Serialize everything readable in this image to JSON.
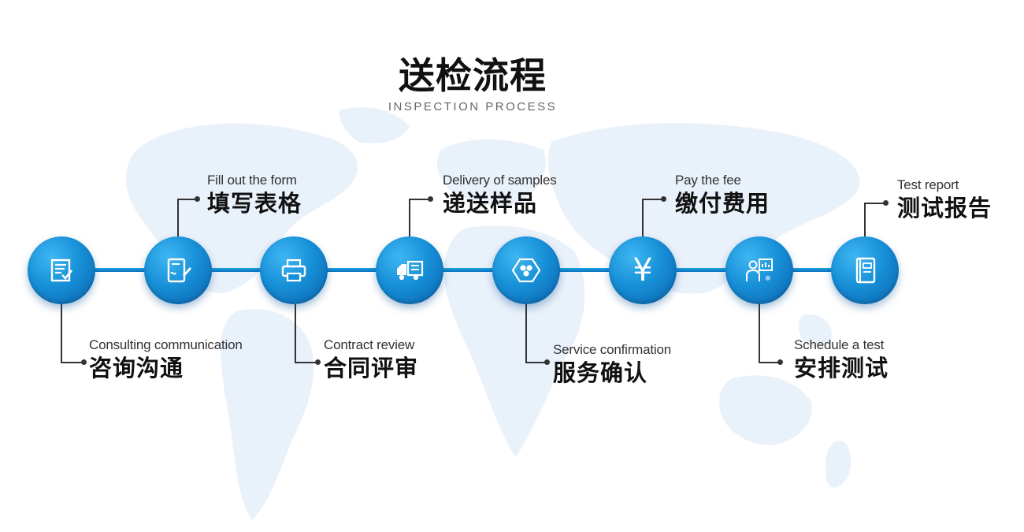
{
  "header": {
    "title": "送检流程",
    "subtitle": "INSPECTION PROCESS"
  },
  "colors": {
    "accent": "#1790d8",
    "accent_dark": "#0a62ad",
    "map": "#e9f1fa"
  },
  "steps": [
    {
      "en": "Consulting communication",
      "cn": "咨询沟通",
      "icon": "form-check-icon",
      "label_side": "bottom"
    },
    {
      "en": "Fill out the form",
      "cn": "填写表格",
      "icon": "pen-document-icon",
      "label_side": "top"
    },
    {
      "en": "Contract review",
      "cn": "合同评审",
      "icon": "printer-icon",
      "label_side": "bottom"
    },
    {
      "en": "Delivery of samples",
      "cn": "递送样品",
      "icon": "delivery-truck-icon",
      "label_side": "top"
    },
    {
      "en": "Service confirmation",
      "cn": "服务确认",
      "icon": "hexagon-dots-icon",
      "label_side": "bottom"
    },
    {
      "en": "Pay the fee",
      "cn": "缴付费用",
      "icon": "yen-icon",
      "label_side": "top"
    },
    {
      "en": "Schedule a test",
      "cn": "安排测试",
      "icon": "presenter-board-icon",
      "label_side": "bottom"
    },
    {
      "en": "Test report",
      "cn": "测试报告",
      "icon": "report-book-icon",
      "label_side": "top"
    }
  ]
}
